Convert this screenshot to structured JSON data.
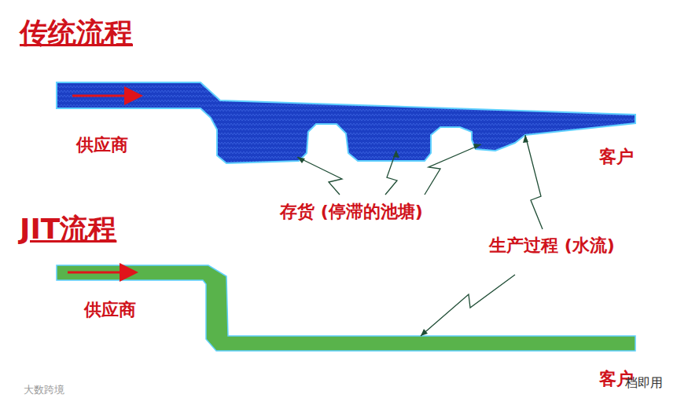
{
  "diagram": {
    "labels": [
      "传统流程",
      "供应商",
      "客户",
      "存货 (停滞的池塘)",
      "生产过程 (水流)",
      "JIT流程",
      "供应商",
      "客户",
      "大数跨境",
      "档即用"
    ]
  }
}
